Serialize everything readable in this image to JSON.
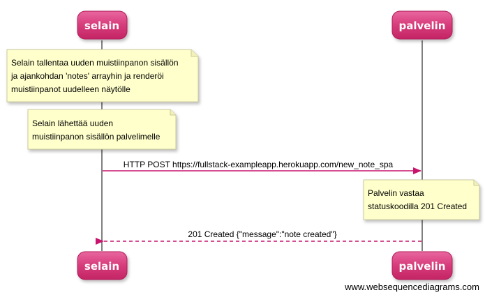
{
  "actors": {
    "left": "selain",
    "right": "palvelin"
  },
  "notes": {
    "note1": [
      "Selain tallentaa uuden muistiinpanon sisällön",
      "ja ajankohdan 'notes' arrayhin ja renderöi",
      "muistiinpanot uudelleen näytölle"
    ],
    "note2": [
      "Selain lähettää uuden",
      "muistiinpanon sisällön palvelimelle"
    ],
    "note3": [
      "Palvelin vastaa",
      "statuskoodilla 201 Created"
    ]
  },
  "messages": {
    "request": "HTTP POST https://fullstack-exampleapp.herokuapp.com/new_note_spa",
    "response": "201 Created {\"message\":\"note created\"}"
  },
  "watermark": "www.websequencediagrams.com",
  "colors": {
    "actor_fill": "#d63b7a",
    "arrow": "#c8146e",
    "note_fill": "#ffffcc",
    "note_border": "#c9c9a0"
  }
}
